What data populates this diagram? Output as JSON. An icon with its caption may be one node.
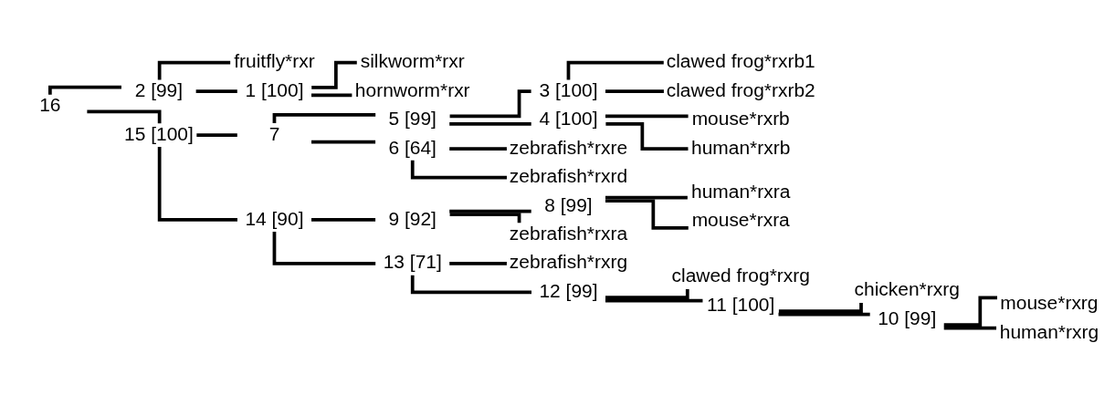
{
  "diagram": {
    "nodes": [
      {
        "text": [
          "16"
        ]
      },
      {
        "text": [
          "2 [99]"
        ]
      },
      {
        "text": [
          "fruitfly*rxr"
        ]
      },
      {
        "text": [
          "1 [100]"
        ]
      },
      {
        "text": [
          "silkworm*rxr"
        ]
      },
      {
        "text": [
          "hornworm*rxr"
        ]
      },
      {
        "text": [
          "15 [100]"
        ]
      },
      {
        "text": [
          "7"
        ]
      },
      {
        "text": [
          "5 [99]"
        ]
      },
      {
        "text": [
          "3 [100]"
        ]
      },
      {
        "text": [
          "clawed frog*rxrb1"
        ]
      },
      {
        "text": [
          "clawed frog*rxrb2"
        ]
      },
      {
        "text": [
          "4 [100]"
        ]
      },
      {
        "text": [
          "mouse*rxrb"
        ]
      },
      {
        "text": [
          "human*rxrb"
        ]
      },
      {
        "text": [
          "6 [64]"
        ]
      },
      {
        "text": [
          "zebrafish*rxre"
        ]
      },
      {
        "text": [
          "zebrafish*rxrd"
        ]
      },
      {
        "text": [
          "14 [90]"
        ]
      },
      {
        "text": [
          "9 [92]"
        ]
      },
      {
        "text": [
          "8 [99]"
        ]
      },
      {
        "text": [
          "human*rxra"
        ]
      },
      {
        "text": [
          "mouse*rxra"
        ]
      },
      {
        "text": [
          "zebrafish*rxra"
        ]
      },
      {
        "text": [
          "13 [71]"
        ]
      },
      {
        "text": [
          "zebrafish*rxrg"
        ]
      },
      {
        "text": [
          "12 [99]"
        ]
      },
      {
        "text": [
          "clawed frog*rxrg"
        ]
      },
      {
        "text": [
          "11 [100]"
        ]
      },
      {
        "text": [
          "chicken*rxrg"
        ]
      },
      {
        "text": [
          "10 [99]"
        ]
      },
      {
        "text": [
          "mouse*rxrg"
        ]
      },
      {
        "text": [
          "human*rxrg"
        ]
      }
    ],
    "edges": [
      {
        "from": 0,
        "to": 1,
        "arrow": "none"
      },
      {
        "from": 0,
        "to": 6,
        "arrow": "none"
      },
      {
        "from": 1,
        "to": 2,
        "arrow": "none"
      },
      {
        "from": 1,
        "to": 3,
        "arrow": "none"
      },
      {
        "from": 3,
        "to": 4,
        "arrow": "none"
      },
      {
        "from": 3,
        "to": 5,
        "arrow": "none"
      },
      {
        "from": 6,
        "to": 7,
        "arrow": "none"
      },
      {
        "from": 6,
        "to": 18,
        "arrow": "none"
      },
      {
        "from": 7,
        "to": 8,
        "arrow": "none"
      },
      {
        "from": 7,
        "to": 15,
        "arrow": "none"
      },
      {
        "from": 8,
        "to": 9,
        "arrow": "none"
      },
      {
        "from": 8,
        "to": 12,
        "arrow": "none"
      },
      {
        "from": 9,
        "to": 10,
        "arrow": "none"
      },
      {
        "from": 9,
        "to": 11,
        "arrow": "none"
      },
      {
        "from": 12,
        "to": 13,
        "arrow": "none"
      },
      {
        "from": 12,
        "to": 14,
        "arrow": "none"
      },
      {
        "from": 15,
        "to": 16,
        "arrow": "none"
      },
      {
        "from": 15,
        "to": 17,
        "arrow": "none"
      },
      {
        "from": 18,
        "to": 19,
        "arrow": "none"
      },
      {
        "from": 18,
        "to": 24,
        "arrow": "none"
      },
      {
        "from": 19,
        "to": 20,
        "arrow": "none"
      },
      {
        "from": 19,
        "to": 23,
        "arrow": "none"
      },
      {
        "from": 20,
        "to": 21,
        "arrow": "none"
      },
      {
        "from": 20,
        "to": 22,
        "arrow": "none"
      },
      {
        "from": 24,
        "to": 25,
        "arrow": "none"
      },
      {
        "from": 24,
        "to": 26,
        "arrow": "none"
      },
      {
        "from": 26,
        "to": 27,
        "arrow": "none"
      },
      {
        "from": 26,
        "to": 28,
        "arrow": "none"
      },
      {
        "from": 28,
        "to": 29,
        "arrow": "none"
      },
      {
        "from": 28,
        "to": 30,
        "arrow": "none"
      },
      {
        "from": 30,
        "to": 31,
        "arrow": "none"
      },
      {
        "from": 30,
        "to": 32,
        "arrow": "none"
      }
    ]
  }
}
